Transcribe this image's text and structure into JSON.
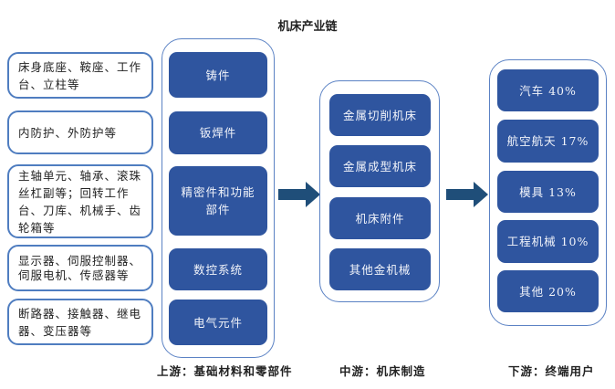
{
  "title": "机床产业链",
  "upstream": {
    "label": "上游：基础材料和零部件",
    "components": [
      {
        "name": "铸件",
        "detail": "床身底座、鞍座、工作台、立柱等"
      },
      {
        "name": "钣焊件",
        "detail": "内防护、外防护等"
      },
      {
        "name": "精密件和功能部件",
        "detail": "主轴单元、轴承、滚珠丝杠副等；回转工作台、刀库、机械手、齿轮箱等"
      },
      {
        "name": "数控系统",
        "detail": "显示器、伺服控制器、伺服电机、传感器等"
      },
      {
        "name": "电气元件",
        "detail": "断路器、接触器、继电器、变压器等"
      }
    ]
  },
  "midstream": {
    "label": "中游：机床制造",
    "items": [
      "金属切削机床",
      "金属成型机床",
      "机床附件",
      "其他金机械"
    ]
  },
  "downstream": {
    "label": "下游：终端用户",
    "items": [
      {
        "name": "汽车",
        "share": "40%"
      },
      {
        "name": "航空航天",
        "share": "17%"
      },
      {
        "name": "模具",
        "share": "13%"
      },
      {
        "name": "工程机械",
        "share": "10%"
      },
      {
        "name": "其他",
        "share": "20%"
      }
    ]
  },
  "colors": {
    "box_fill": "#2f559f",
    "outline": "#4f7dc0",
    "arrow": "#1f4e79"
  }
}
